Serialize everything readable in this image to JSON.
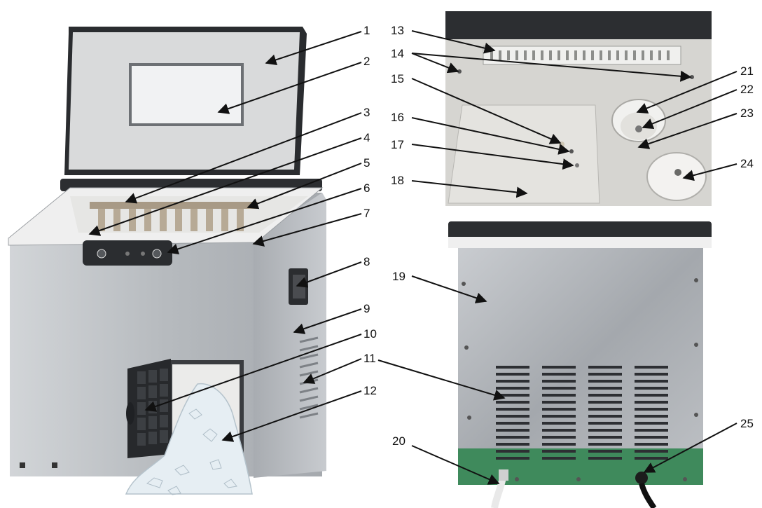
{
  "callouts": [
    {
      "id": 1,
      "label": "1"
    },
    {
      "id": 2,
      "label": "2"
    },
    {
      "id": 3,
      "label": "3"
    },
    {
      "id": 4,
      "label": "4"
    },
    {
      "id": 5,
      "label": "5"
    },
    {
      "id": 6,
      "label": "6"
    },
    {
      "id": 7,
      "label": "7"
    },
    {
      "id": 8,
      "label": "8"
    },
    {
      "id": 9,
      "label": "9"
    },
    {
      "id": 10,
      "label": "10"
    },
    {
      "id": 11,
      "label": "11"
    },
    {
      "id": 12,
      "label": "12"
    },
    {
      "id": 13,
      "label": "13"
    },
    {
      "id": 14,
      "label": "14"
    },
    {
      "id": 15,
      "label": "15"
    },
    {
      "id": 16,
      "label": "16"
    },
    {
      "id": 17,
      "label": "17"
    },
    {
      "id": 18,
      "label": "18"
    },
    {
      "id": 19,
      "label": "19"
    },
    {
      "id": 20,
      "label": "20"
    },
    {
      "id": 21,
      "label": "21"
    },
    {
      "id": 22,
      "label": "22"
    },
    {
      "id": 23,
      "label": "23"
    },
    {
      "id": 24,
      "label": "24"
    },
    {
      "id": 25,
      "label": "25"
    }
  ],
  "colors": {
    "stainless": "#b9bcc0",
    "stainless_dark": "#8e9297",
    "lid_black": "#2a2c2f",
    "interior": "#e8e8e6",
    "ice": "#e9f1f6",
    "green_base": "#3f8a5c",
    "arrow": "#111111"
  },
  "panels": {
    "main_view": "front-open-lid",
    "interior_view": "top-interior",
    "rear_view": "back-panel"
  }
}
